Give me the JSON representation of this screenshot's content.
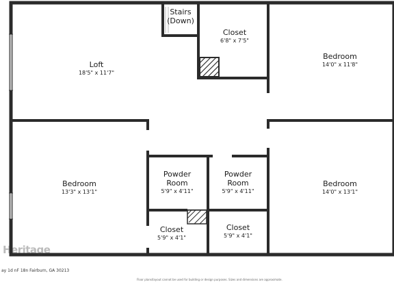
{
  "rooms": {
    "loft": {
      "name": "Loft",
      "dims": "18'5\" x 11'7\""
    },
    "stairs": {
      "line1": "Stairs",
      "line2": "(Down)"
    },
    "closet_top": {
      "name": "Closet",
      "dims": "6'8\" x 7'5\""
    },
    "bedroom_top_right": {
      "name": "Bedroom",
      "dims": "14'0\" x 11'8\""
    },
    "bedroom_left": {
      "name": "Bedroom",
      "dims": "13'3\" x 13'1\""
    },
    "powder_room_1": {
      "name1": "Powder",
      "name2": "Room",
      "dims": "5'9\" x 4'11\""
    },
    "powder_room_2": {
      "name1": "Powder",
      "name2": "Room",
      "dims": "5'9\" x 4'11\""
    },
    "closet_bottom_1": {
      "name": "Closet",
      "dims": "5'9\" x 4'1\""
    },
    "closet_bottom_2": {
      "name": "Closet",
      "dims": "5'9\" x 4'1\""
    },
    "bedroom_bottom_right": {
      "name": "Bedroom",
      "dims": "14'0\" x 13'1\""
    }
  },
  "footer": {
    "address": "ay 1d nF 18n Fairburn, GA 30213",
    "disclaimer": "Floor plans/layout cannot be used for building or design purposes. Sizes and dimensions are approximate."
  },
  "watermark": "Heritage",
  "colors": {
    "wall": "#2b2b2b",
    "window": "#d9d9d9",
    "floor": "#ffffff"
  }
}
